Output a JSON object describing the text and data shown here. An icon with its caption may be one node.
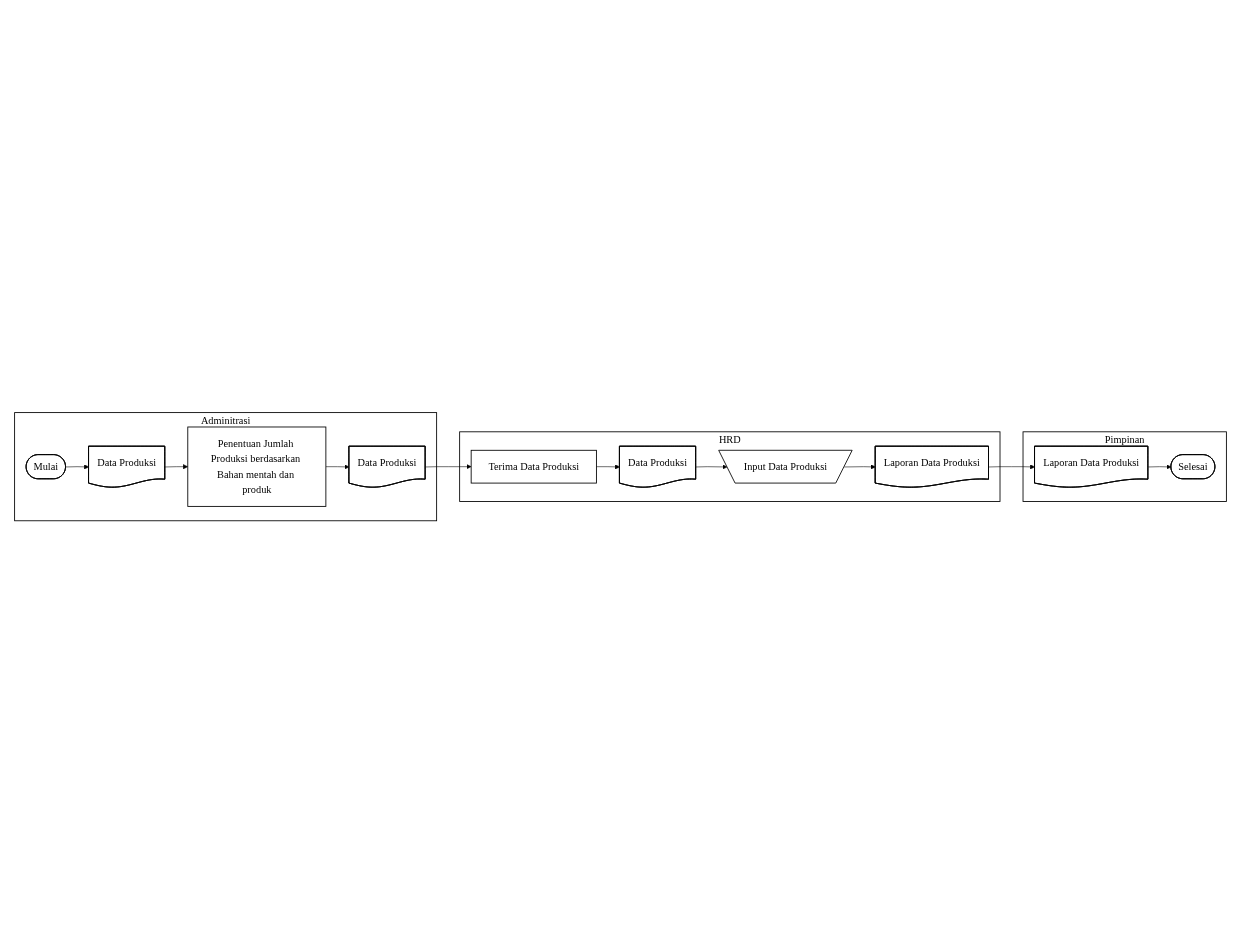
{
  "diagram": {
    "nodes": [
      {
        "text": [
          "Adminitrasi"
        ]
      },
      {
        "text": [
          "Mulai"
        ],
        "in": 0
      },
      {
        "text": [
          "Data Produksi"
        ],
        "in": 0
      },
      {
        "text": [
          "Penentuan Jumlah Produksi berdasarkan Bahan mentah dan produk"
        ],
        "in": 0
      },
      {
        "text": [
          "Data Produksi"
        ],
        "in": 0
      },
      {
        "text": [
          "HRD"
        ]
      },
      {
        "text": [
          "Terima Data Produksi"
        ],
        "in": 5
      },
      {
        "text": [
          "Data Produksi"
        ],
        "in": 5
      },
      {
        "text": [
          "Input Data Produksi"
        ],
        "in": 5
      },
      {
        "text": [
          "Laporan Data Produksi"
        ],
        "in": 5
      },
      {
        "text": [
          "Pimpinan"
        ]
      },
      {
        "text": [
          "Laporan Data Produksi"
        ],
        "in": 10
      },
      {
        "text": [
          "Selesai"
        ],
        "in": 10
      }
    ],
    "edges": [
      {
        "from": 1,
        "to": 2,
        "arrow": "to"
      },
      {
        "from": 2,
        "to": 3,
        "arrow": "to"
      },
      {
        "from": 3,
        "to": 4,
        "arrow": "to"
      },
      {
        "from": 4,
        "to": 6,
        "arrow": "to"
      },
      {
        "from": 6,
        "to": 7,
        "arrow": "to"
      },
      {
        "from": 7,
        "to": 8,
        "arrow": "to"
      },
      {
        "from": 8,
        "to": 9,
        "arrow": "to"
      },
      {
        "from": 9,
        "to": 11,
        "arrow": "to"
      },
      {
        "from": 11,
        "to": 12,
        "arrow": "to"
      }
    ]
  }
}
